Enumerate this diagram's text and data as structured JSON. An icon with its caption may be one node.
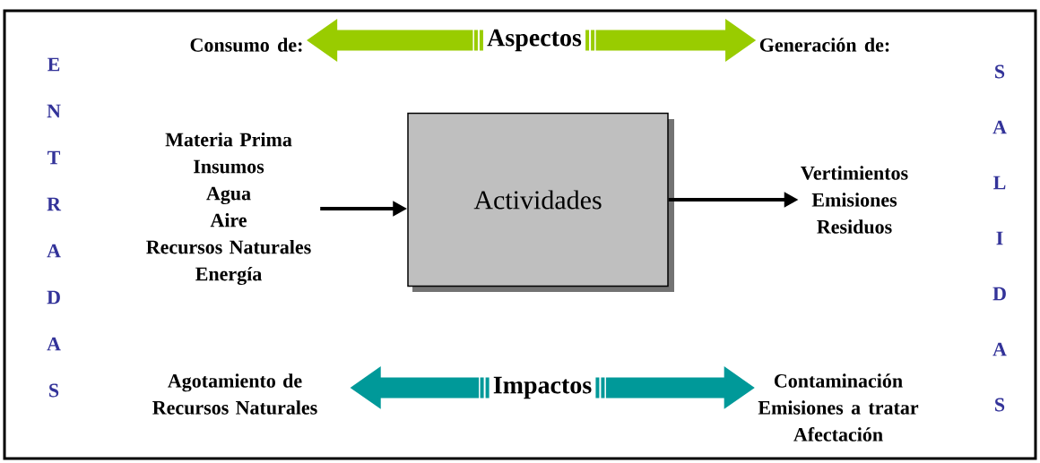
{
  "diagram": {
    "nodes": [
      {
        "text": [
          "Actividades"
        ]
      },
      {
        "text": [
          "Materia Prima",
          "Insumos",
          "Agua",
          "Aire",
          "Recursos Naturales",
          "Energía"
        ]
      },
      {
        "text": [
          "Vertimientos",
          "Emisiones",
          "Residuos"
        ]
      },
      {
        "text": [
          "Consumo de:"
        ]
      },
      {
        "text": [
          "Aspectos"
        ]
      },
      {
        "text": [
          "Generación de:"
        ]
      },
      {
        "text": [
          "Agotamiento de Recursos Naturales"
        ]
      },
      {
        "text": [
          "Impactos"
        ]
      },
      {
        "text": [
          "Contaminación",
          "Emisiones a tratar",
          "Afectación"
        ]
      }
    ],
    "edges": [
      {
        "from": 1,
        "to": 0,
        "arrow": "to"
      },
      {
        "from": 0,
        "to": 2,
        "arrow": "to"
      },
      {
        "from": 4,
        "to": 3,
        "arrow": "to",
        "style": "thick",
        "color": "#99cc00"
      },
      {
        "from": 4,
        "to": 5,
        "arrow": "to",
        "style": "thick",
        "color": "#99cc00"
      },
      {
        "from": 7,
        "to": 6,
        "arrow": "to",
        "style": "thick",
        "color": "#009999"
      },
      {
        "from": 7,
        "to": 8,
        "arrow": "to",
        "style": "thick",
        "color": "#009999"
      }
    ],
    "labels": [
      "E",
      "N",
      "T",
      "R",
      "A",
      "D",
      "A",
      "S",
      "S",
      "A",
      "L",
      "I",
      "D",
      "A",
      "S"
    ]
  }
}
